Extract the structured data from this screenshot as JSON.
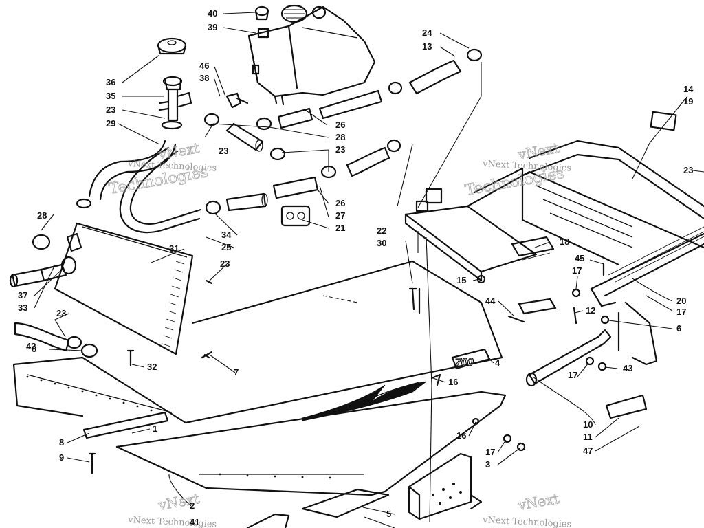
{
  "watermark": {
    "line1": "vNext",
    "line2": "Technologies",
    "small": "vNext Technologies"
  },
  "decal_text": "700",
  "callouts": [
    "40",
    "39",
    "36",
    "35",
    "23",
    "29",
    "46",
    "38",
    "23",
    "28",
    "26",
    "23",
    "24",
    "13",
    "14",
    "19",
    "23",
    "28",
    "34",
    "25",
    "26",
    "27",
    "21",
    "22",
    "30",
    "31",
    "23",
    "42",
    "37",
    "33",
    "23",
    "8",
    "32",
    "7",
    "8",
    "9",
    "1",
    "2",
    "41",
    "18",
    "45",
    "17",
    "15",
    "44",
    "12",
    "20",
    "17",
    "6",
    "4",
    "16",
    "17",
    "43",
    "10",
    "11",
    "47",
    "16",
    "17",
    "3",
    "5"
  ]
}
